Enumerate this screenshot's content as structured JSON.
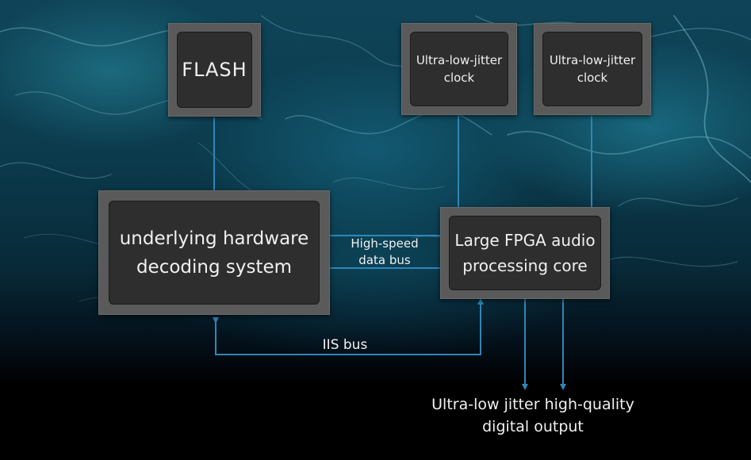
{
  "blocks": {
    "flash": "FLASH",
    "clock_1": "Ultra-low-jitter\nclock",
    "clock_2": "Ultra-low-jitter\nclock",
    "decoding": "underlying hardware\ndecoding system",
    "fpga": "Large FPGA audio\nprocessing core"
  },
  "labels": {
    "data_bus": "High-speed\ndata bus",
    "iis_bus": "IIS bus",
    "output": "Ultra-low jitter high-quality\ndigital output"
  },
  "colors": {
    "wire": "#2f86b8",
    "chip_frame": "#5a5a5a",
    "chip_core": "#2e2e2e"
  }
}
